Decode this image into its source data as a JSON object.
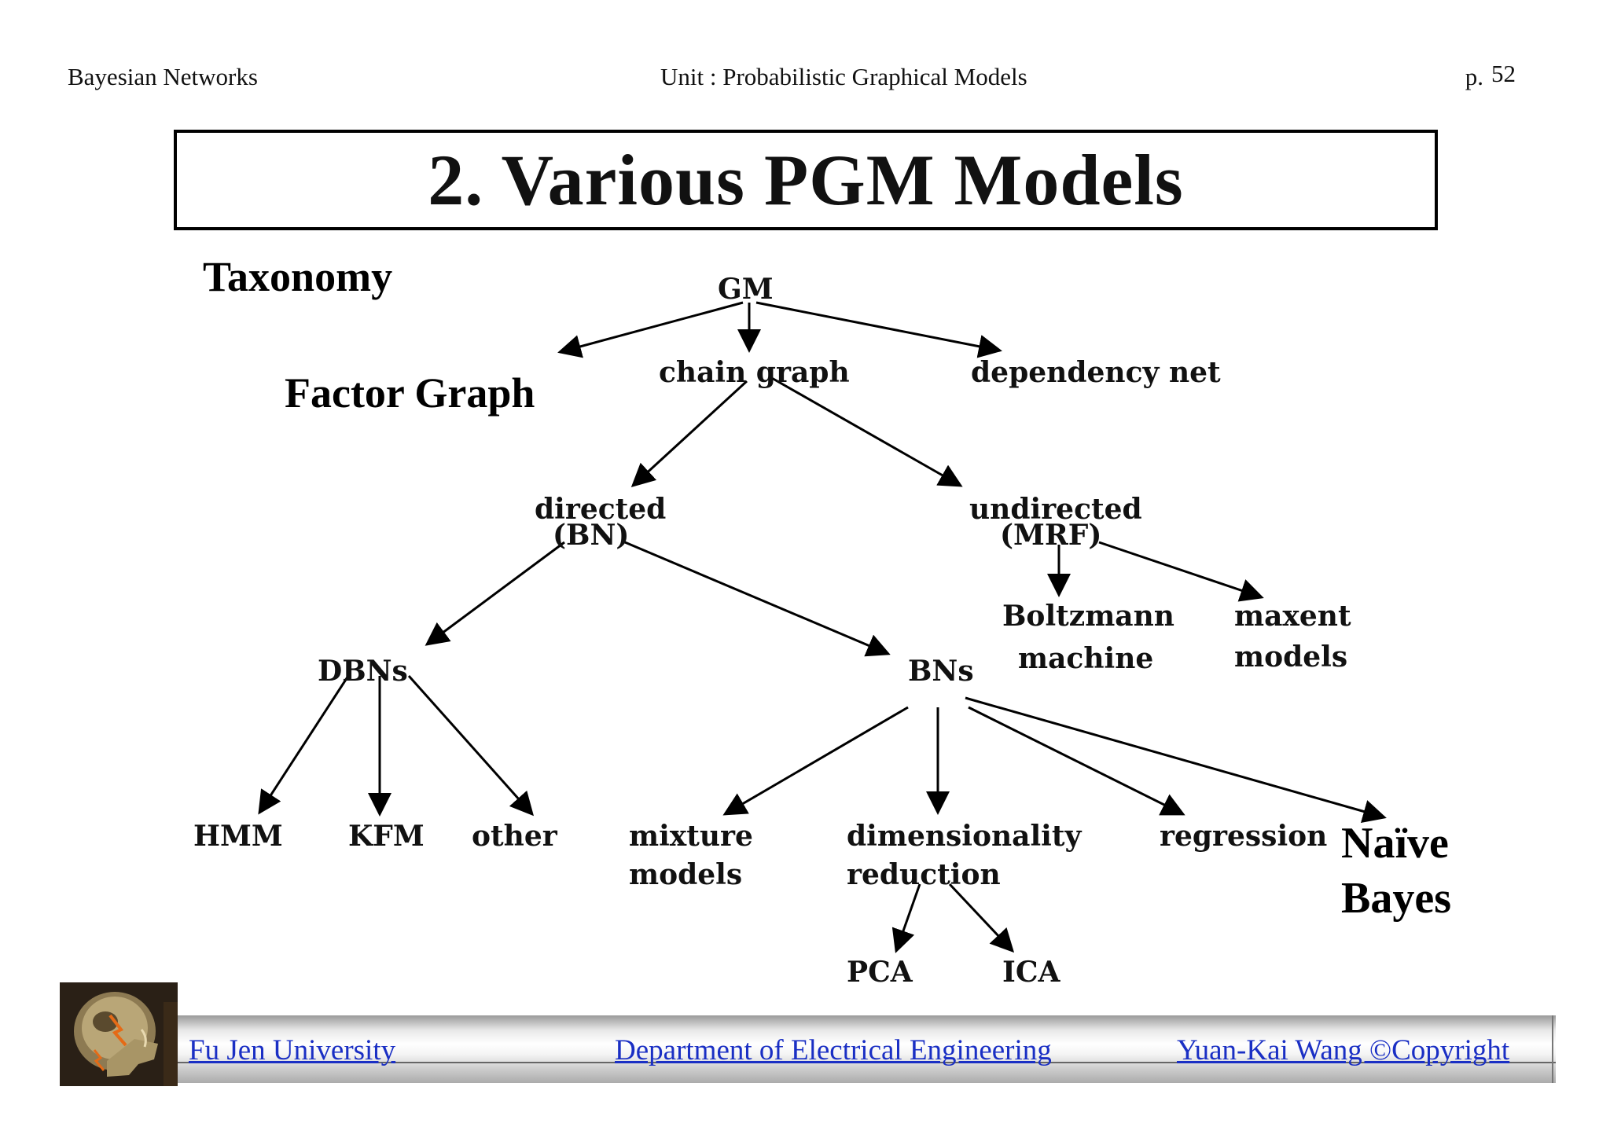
{
  "header": {
    "left": "Bayesian Networks",
    "center": "Unit : Probabilistic Graphical Models",
    "page_prefix": "p.",
    "page_number": "52"
  },
  "title": "2. Various PGM Models",
  "labels": {
    "taxonomy": "Taxonomy",
    "factor_graph": "Factor Graph",
    "naive": "Naïve",
    "bayes": "Bayes"
  },
  "nodes": {
    "gm": "GM",
    "chain_graph": "chain graph",
    "dependency_net": "dependency net",
    "directed": "directed",
    "directed_sub": "(BN)",
    "undirected": "undirected",
    "undirected_sub": "(MRF)",
    "boltzmann_1": "Boltzmann",
    "boltzmann_2": "machine",
    "maxent_1": "maxent",
    "maxent_2": "models",
    "dbns": "DBNs",
    "bns": "BNs",
    "hmm": "HMM",
    "kfm": "KFM",
    "other": "other",
    "mixture_1": "mixture",
    "mixture_2": "models",
    "dim_1": "dimensionality",
    "dim_2": "reduction",
    "regression": "regression",
    "pca": "PCA",
    "ica": "ICA"
  },
  "footer": {
    "left": "Fu Jen University",
    "center": "Department of Electrical Engineering",
    "right": "Yuan-Kai Wang ©Copyright"
  },
  "colors": {
    "footer_link": "#1a2fc4"
  }
}
